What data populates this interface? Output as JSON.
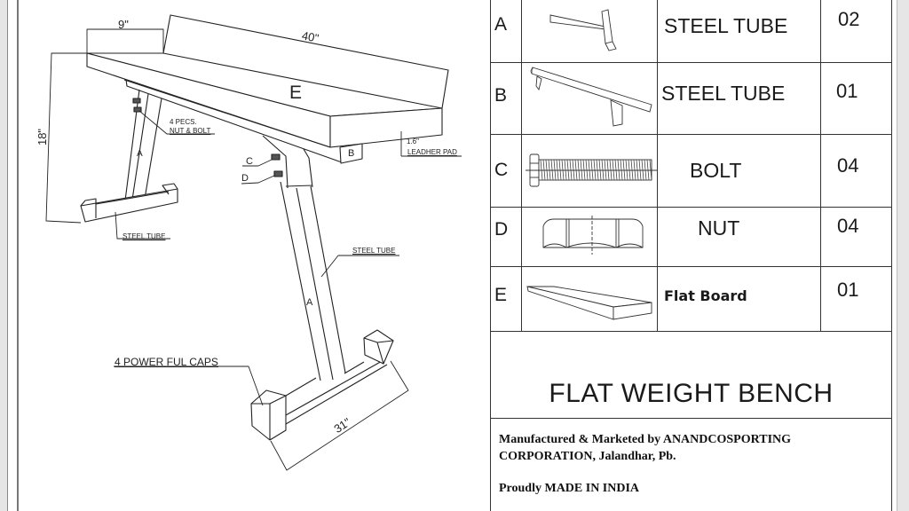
{
  "drawing": {
    "dimensions": {
      "width_top": "9\"",
      "length": "40\"",
      "height": "18\"",
      "base_width": "31\"",
      "pad_thickness": "1.6\""
    },
    "callouts": {
      "board": "E",
      "support": "B",
      "bolt": "C",
      "nut": "D",
      "rear_leg": "A",
      "front_leg": "A",
      "nut_bolt_line1": "4 PECS.",
      "nut_bolt_line2": "NUT & BOLT",
      "leather_pad": "LEADHER PAD",
      "steel_tube_rear": "STEEL TUBE",
      "steel_tube_front": "STEEL TUBE",
      "caps": "4 POWER FUL CAPS"
    }
  },
  "parts_table": {
    "rows": [
      {
        "letter": "A",
        "icon": "steel-tube-t-icon",
        "name": "STEEL TUBE",
        "qty": "02"
      },
      {
        "letter": "B",
        "icon": "steel-tube-bar-icon",
        "name": "STEEL TUBE",
        "qty": "01"
      },
      {
        "letter": "C",
        "icon": "bolt-icon",
        "name": "BOLT",
        "qty": "04"
      },
      {
        "letter": "D",
        "icon": "nut-icon",
        "name": "NUT",
        "qty": "04"
      },
      {
        "letter": "E",
        "icon": "flat-board-icon",
        "name": "Flat Board",
        "qty": "01"
      }
    ]
  },
  "title_block": {
    "title": "FLAT WEIGHT BENCH",
    "manufacturer_line1": "Manufactured & Marketed by ANANDCOSPORTING",
    "manufacturer_line2": "CORPORATION, Jalandhar, Pb.",
    "origin": "Proudly MADE IN INDIA"
  }
}
